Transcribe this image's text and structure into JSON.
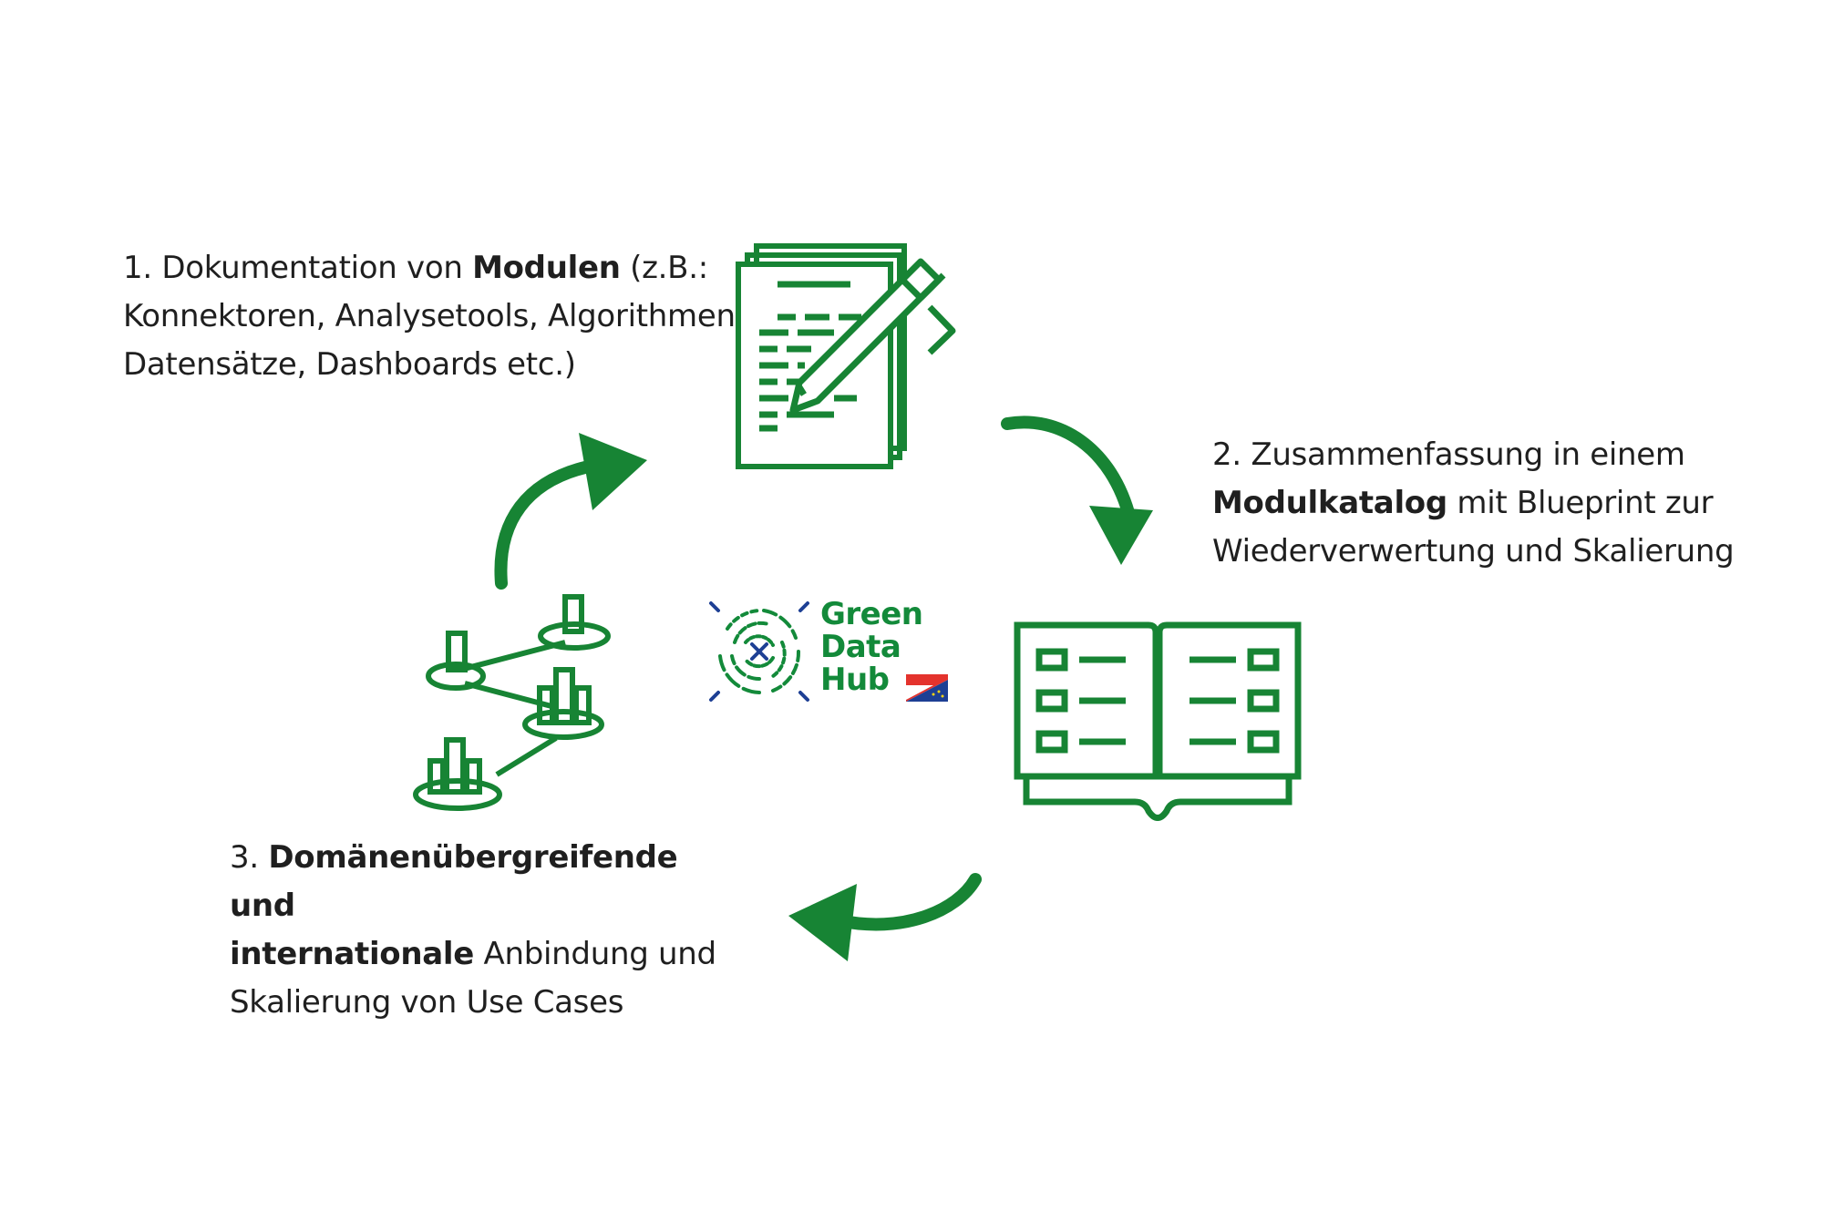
{
  "colors": {
    "accent_green": "#178434",
    "logo_green": "#138a3a",
    "logo_blue": "#1d3f94",
    "flag_red": "#e4332d",
    "flag_blue": "#1d3f94"
  },
  "steps": {
    "step1": {
      "num": "1. Dokumentation von ",
      "bold": "Modulen",
      "rest_line1": " (z.B.:",
      "line2": "Konnektoren, Analysetools, Algorithmen,",
      "line3": "Datensätze, Dashboards etc.)"
    },
    "step2": {
      "line1": "2. Zusammenfassung in einem",
      "bold": "Modulkatalog",
      "rest_line2": " mit Blueprint zur",
      "line3": "Wiederverwertung und Skalierung"
    },
    "step3": {
      "num": "3. ",
      "bold_line1": "Domänenübergreifende und",
      "bold_line2": "internationale",
      "rest_line2": " Anbindung und",
      "line3": "Skalierung von Use Cases"
    }
  },
  "logo": {
    "line1": "Green",
    "line2": "Data",
    "line3": "Hub"
  },
  "icons": {
    "documentation": "document-pen-icon",
    "catalog": "open-book-list-icon",
    "network": "connected-charts-icon",
    "logo_mark": "circular-data-logo-icon",
    "flag": "eu-austria-flag-icon"
  }
}
